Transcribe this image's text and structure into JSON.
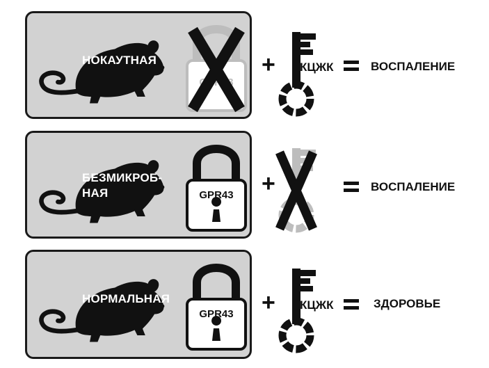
{
  "rows": [
    {
      "mouse_label_lines": [
        "НОКАУТНАЯ"
      ],
      "lock_text": "GPR43",
      "lock_crossed": true,
      "key_text": "КЦЖК",
      "key_crossed": false,
      "result": "ВОСПАЛЕНИЕ"
    },
    {
      "mouse_label_lines": [
        "БЕЗМИКРОБ-",
        "НАЯ"
      ],
      "lock_text": "GPR43",
      "lock_crossed": false,
      "key_text": "",
      "key_crossed": true,
      "result": "ВОСПАЛЕНИЕ"
    },
    {
      "mouse_label_lines": [
        "НОРМАЛЬНАЯ"
      ],
      "lock_text": "GPR43",
      "lock_crossed": false,
      "key_text": "КЦЖК",
      "key_crossed": false,
      "result": "ЗДОРОВЬЕ"
    }
  ],
  "symbols": {
    "plus": "+"
  },
  "colors": {
    "panel": "#d2d2d2",
    "faded": "#bdbdbd",
    "ink": "#111111"
  }
}
